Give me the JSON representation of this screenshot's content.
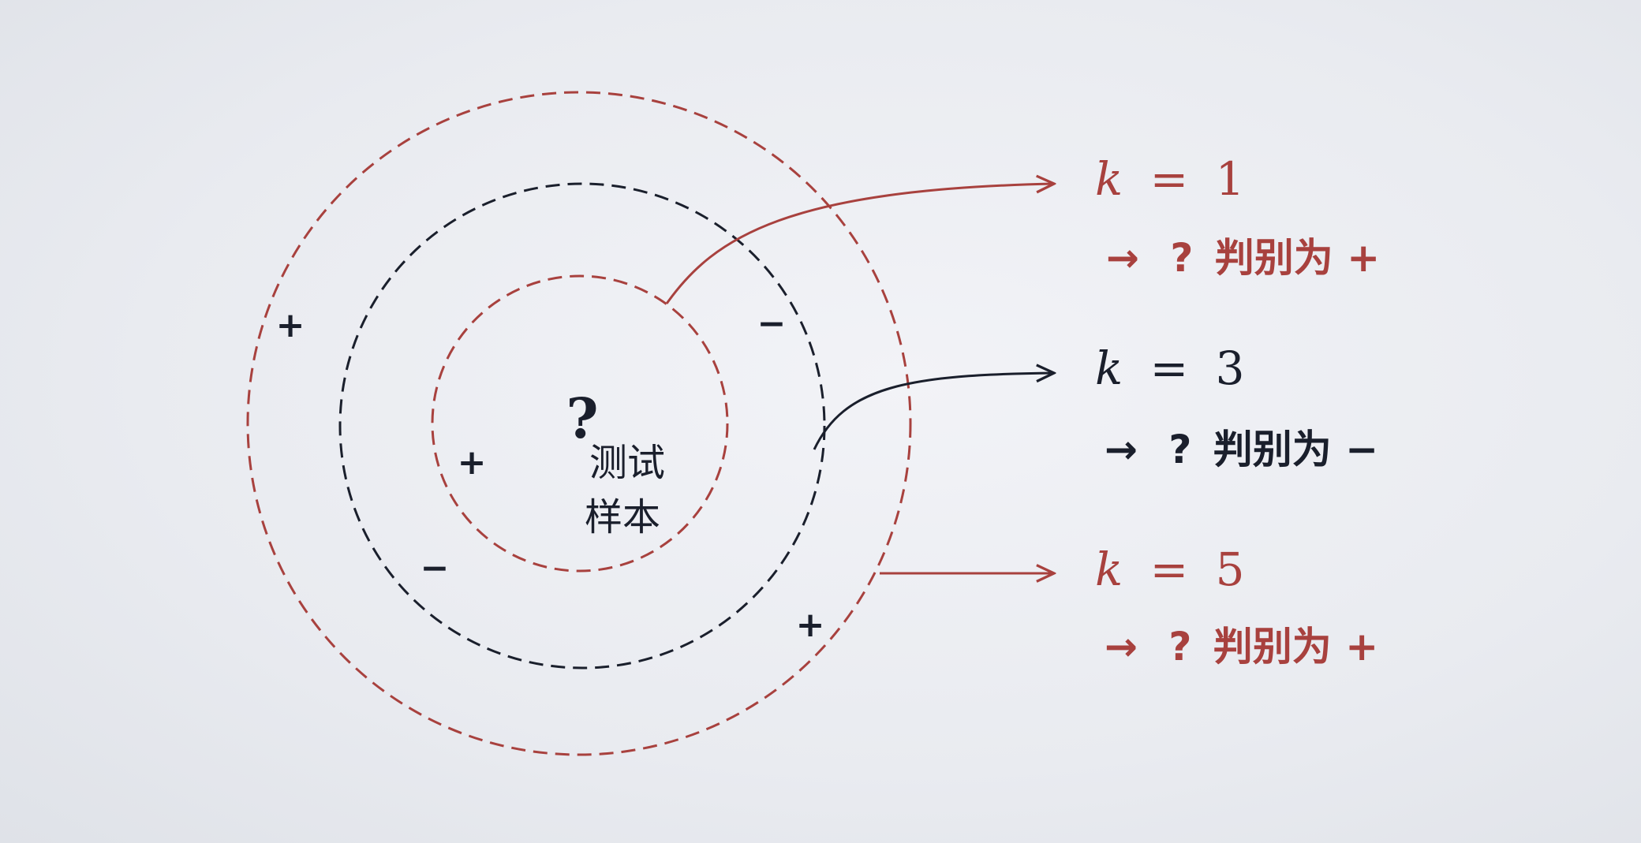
{
  "colors": {
    "red": "#a8413e",
    "dark": "#1a1f2c",
    "background": "#eceef3"
  },
  "diagram": {
    "points": [
      {
        "label": "+",
        "color": "dark"
      },
      {
        "label": "−",
        "color": "dark"
      },
      {
        "label": "+",
        "color": "dark"
      },
      {
        "label": "−",
        "color": "dark"
      },
      {
        "label": "+",
        "color": "dark"
      }
    ],
    "test_sample": {
      "mark": "?",
      "line1": "测试",
      "line2": "样本"
    },
    "circles": [
      {
        "id": "k1",
        "color": "red",
        "style": "dashed"
      },
      {
        "id": "k3",
        "color": "dark",
        "style": "dashed"
      },
      {
        "id": "k5",
        "color": "red",
        "style": "dashed"
      }
    ],
    "results": [
      {
        "k_var": "k",
        "eq": "=",
        "k_value": "1",
        "arrow": "→",
        "q": "?",
        "text": "判别为",
        "sign": "+",
        "color": "red"
      },
      {
        "k_var": "k",
        "eq": "=",
        "k_value": "3",
        "arrow": "→",
        "q": "?",
        "text": "判别为",
        "sign": "−",
        "color": "dark"
      },
      {
        "k_var": "k",
        "eq": "=",
        "k_value": "5",
        "arrow": "→",
        "q": "?",
        "text": "判别为",
        "sign": "+",
        "color": "red"
      }
    ]
  }
}
